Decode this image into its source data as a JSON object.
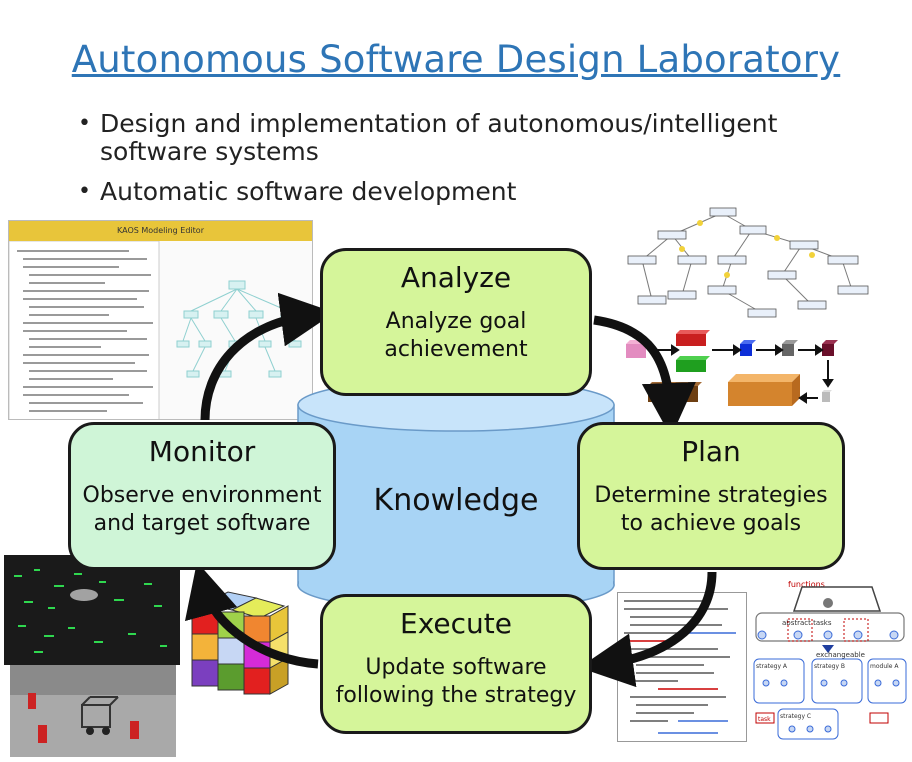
{
  "title": "Autonomous Software Design Laboratory",
  "bullets": [
    "Design and implementation of autonomous/intelligent software systems",
    "Automatic software development"
  ],
  "knowledge": "Knowledge",
  "nodes": {
    "analyze": {
      "title": "Analyze",
      "desc_line1": "Analyze goal",
      "desc_line2": "achievement"
    },
    "plan": {
      "title": "Plan",
      "desc_line1": "Determine strategies",
      "desc_line2": "to achieve goals"
    },
    "execute": {
      "title": "Execute",
      "desc_line1": "Update software",
      "desc_line2": "following the strategy"
    },
    "monitor": {
      "title": "Monitor",
      "desc_line1": "Observe environment",
      "desc_line2": "and target software"
    }
  },
  "thumbnails": {
    "kaos_editor_title": "KAOS Modeling Editor",
    "strategy_functions": "functions",
    "strategy_abstract_tasks": "abstract tasks",
    "strategy_exchangeable": "exchangeable",
    "strategy_a": "strategy A",
    "strategy_b": "strategy B",
    "strategy_c": "strategy C",
    "module_a": "module A",
    "task": "task"
  },
  "colors": {
    "title": "#2e75b6",
    "node_green": "#d5f59a",
    "node_mint": "#cff5d7",
    "knowledge_blue": "#a8d4f5"
  }
}
